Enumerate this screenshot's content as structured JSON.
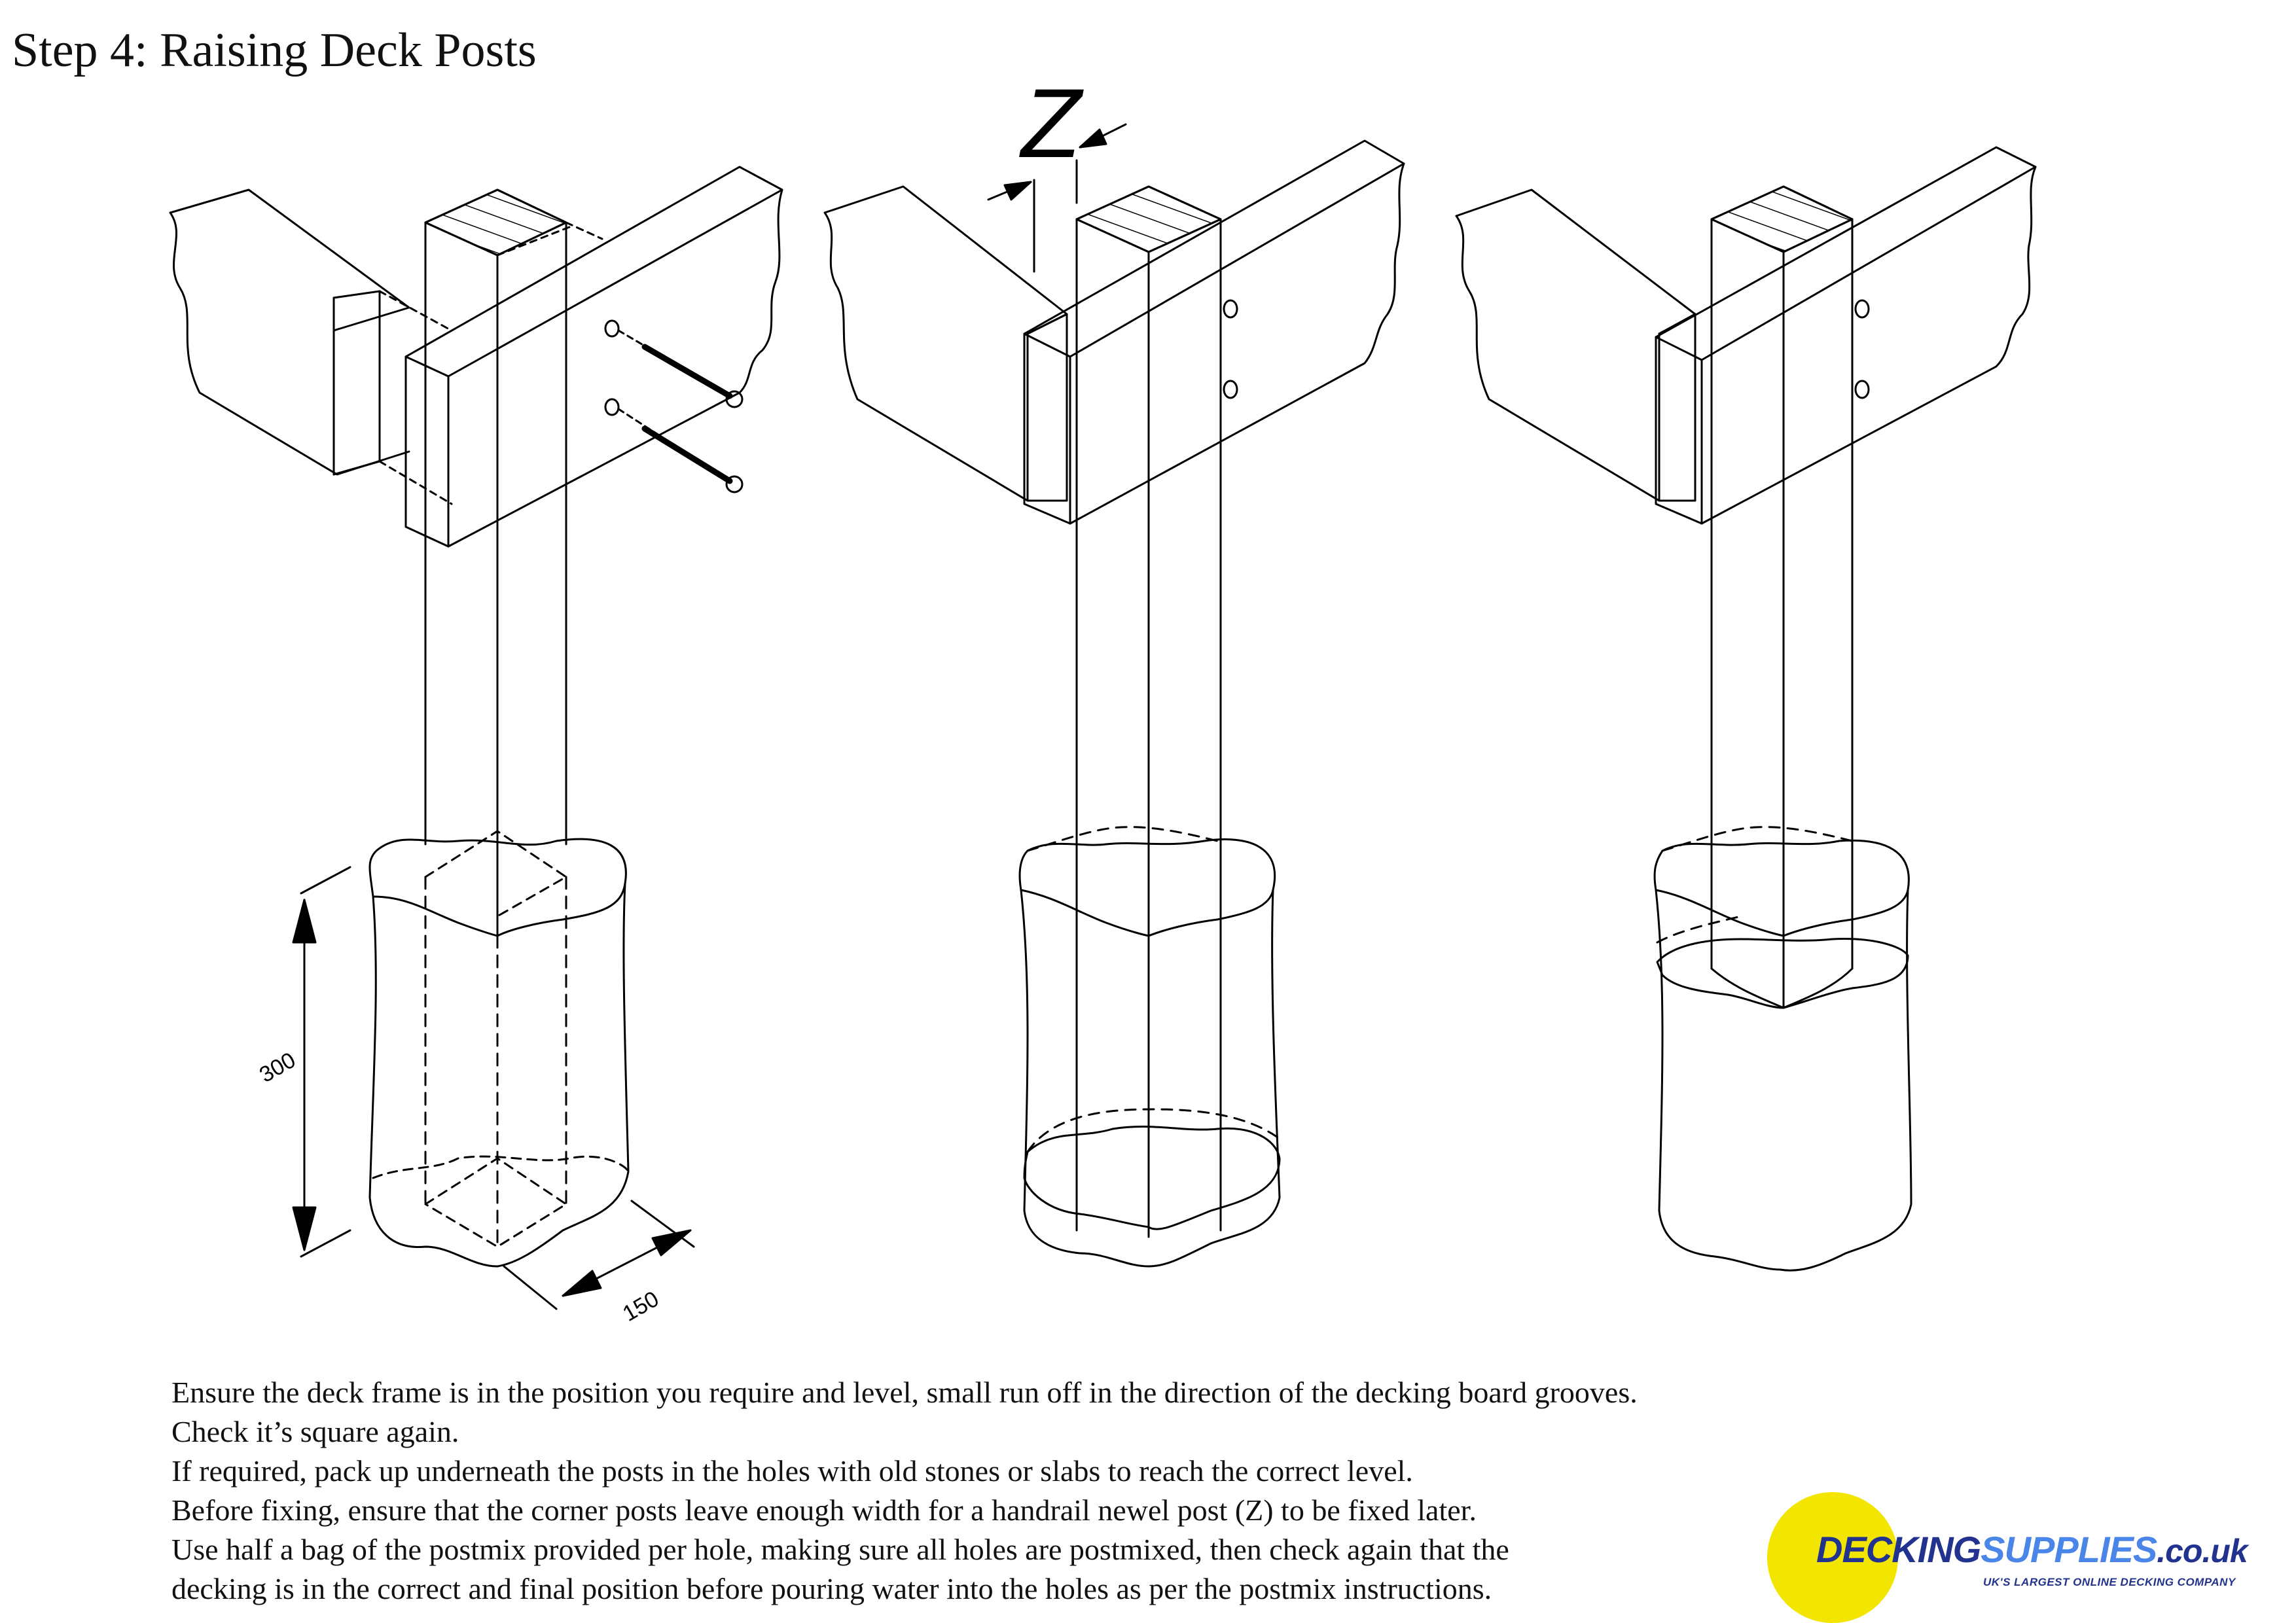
{
  "title": "Step 4: Raising Deck Posts",
  "diagram": {
    "label_z": "Z",
    "dimension_height": "300",
    "dimension_width": "150"
  },
  "instructions": [
    "Ensure the deck frame is in the position you require and level, small run off in the direction of the decking board grooves.",
    "Check it’s square again.",
    "If required, pack up underneath the posts in the holes with old stones or slabs to reach the correct level.",
    "Before fixing, ensure that the corner posts leave enough width for a handrail newel post (Z) to be fixed later.",
    "Use half a bag of the postmix provided per hole, making sure all holes are postmixed, then check again that the",
    "decking is in the correct and final position before pouring water into the holes as per the postmix instructions."
  ],
  "logo": {
    "text_primary": "DECKING",
    "text_secondary": "SUPPLIES",
    "text_domain": ".co.uk",
    "tagline": "UK'S LARGEST ONLINE DECKING COMPANY",
    "colors": {
      "circle": "#f2e600",
      "primary": "#22328f",
      "secondary": "#4a86e8"
    }
  }
}
